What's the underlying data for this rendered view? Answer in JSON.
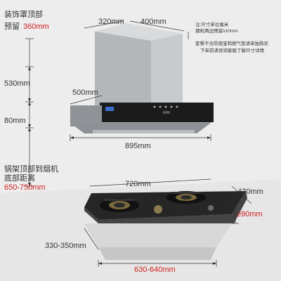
{
  "colors": {
    "accent_red": "#d12020",
    "text": "#333333",
    "background": "#ededed"
  },
  "labels": {
    "top_caption_l1": "装饰罩顶部",
    "top_caption_l2": "预留",
    "top_value": "360mm",
    "hood_width_top": "320mm",
    "hood_depth_top": "400mm",
    "hood_height": "530mm",
    "hood_depth": "500mm",
    "panel_height": "80mm",
    "hood_width": "895mm",
    "gap_caption_l1": "锅架顶部到烟机",
    "gap_caption_l2": "底部距离",
    "gap_value": "650-750mm",
    "stove_width": "720mm",
    "stove_depth": "420mm",
    "stove_clearance": "≥90mm",
    "cutout_depth": "330-350mm",
    "cutout_width": "630-640mm"
  },
  "notes": {
    "unit_line1": "注:尺寸单位毫米",
    "unit_line2": "烟机两边预留≥10mm",
    "set_line1": "套餐不含防熄宝和燃气管请单独购买",
    "set_line2": "下单前请咨询客服了解尺寸详情"
  }
}
